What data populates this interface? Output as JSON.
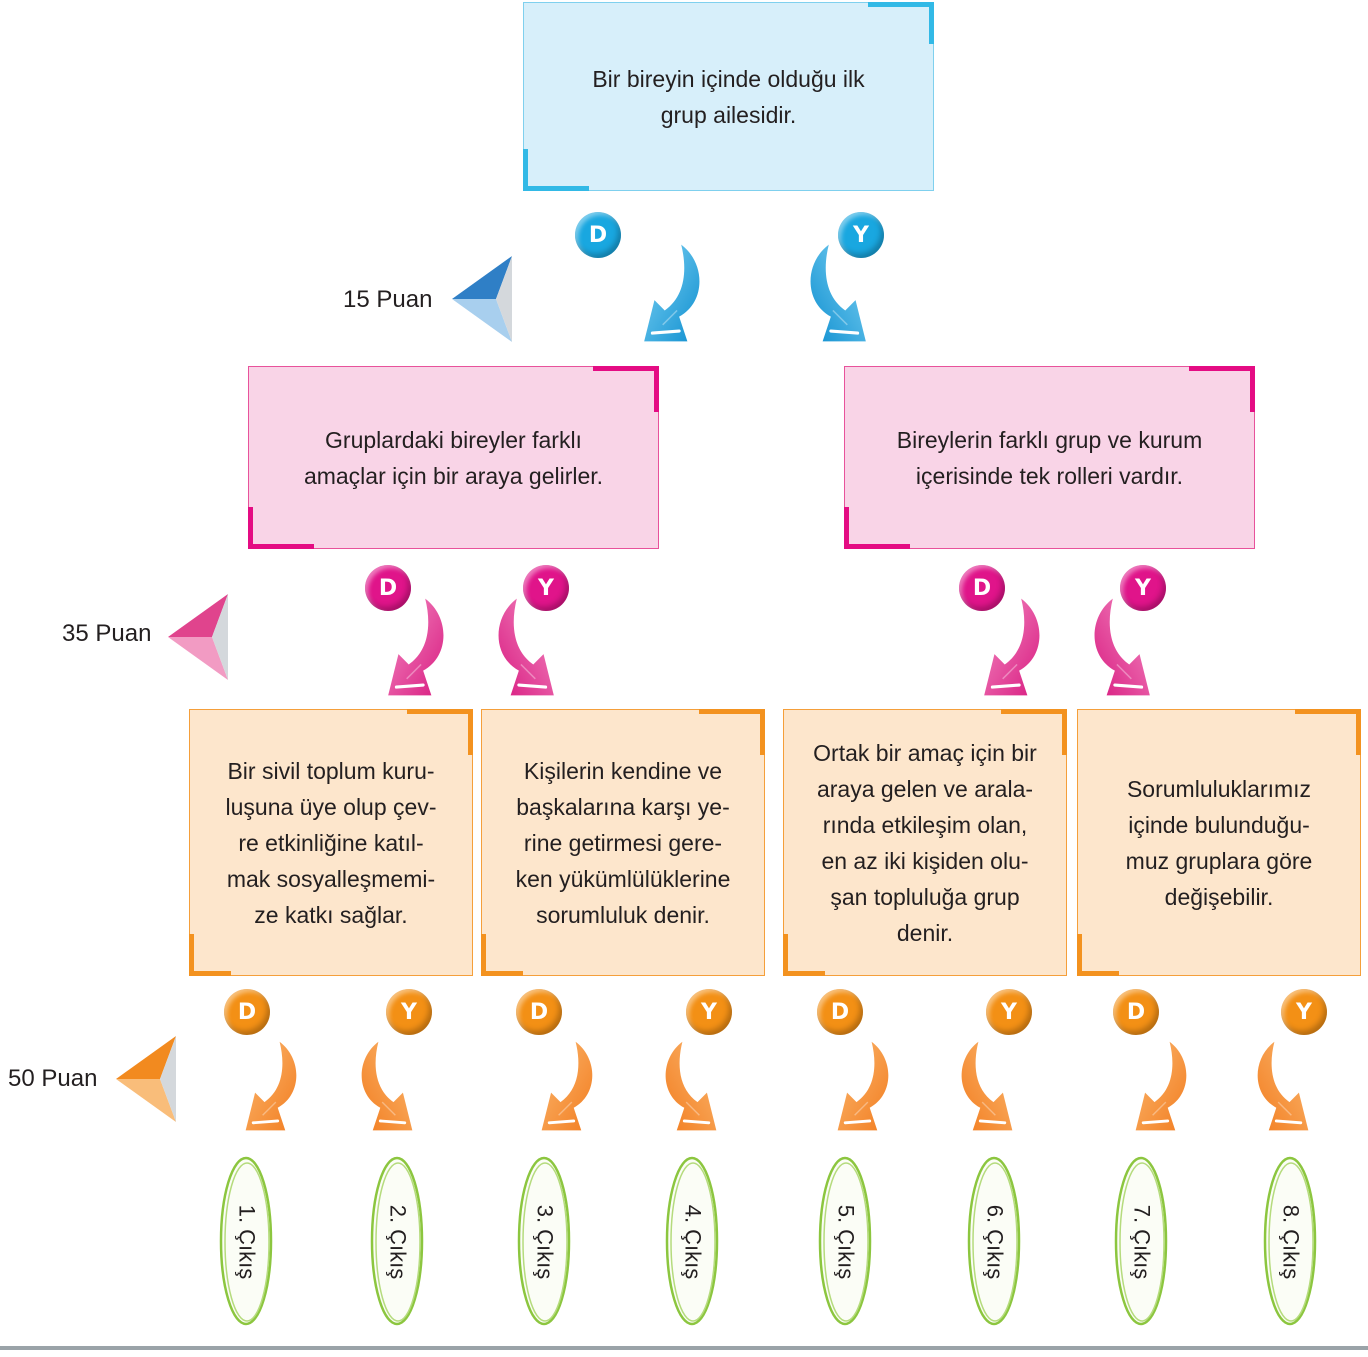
{
  "boxes": {
    "top": "Bir bireyin içinde olduğu ilk\ngrup ailesidir.",
    "mid_left": "Gruplardaki bireyler farklı\namaçlar için bir araya gelirler.",
    "mid_right": "Bireylerin farklı grup ve kurum\niçerisinde tek rolleri vardır.",
    "bottom_1": "Bir sivil toplum kuru-\nluşuna üye olup çev-\nre etkinliğine katıl-\nmak sosyalleşmemi-\nze katkı sağlar.",
    "bottom_2": "Kişilerin kendine ve\nbaşkalarına karşı ye-\nrine getirmesi gere-\nken yükümlülüklerine\nsorumluluk denir.",
    "bottom_3": "Ortak bir amaç için bir\naraya gelen ve arala-\nrında etkileşim olan,\nen az iki kişiden olu-\nşan topluluğa grup\ndenir.",
    "bottom_4": "Sorumluluklarımız\niçinde bulunduğu-\nmuz gruplara göre\ndeğişebilir."
  },
  "badges": {
    "true_label": "D",
    "false_label": "Y"
  },
  "points": {
    "level1": "15 Puan",
    "level2": "35 Puan",
    "level3": "50 Puan"
  },
  "exits": [
    "1. Çıkış",
    "2. Çıkış",
    "3. Çıkış",
    "4. Çıkış",
    "5. Çıkış",
    "6. Çıkış",
    "7. Çıkış",
    "8. Çıkış"
  ],
  "colors": {
    "blue": "#19a7e0",
    "pink": "#e0148a",
    "orange": "#f39015",
    "green": "#8cc63f"
  }
}
